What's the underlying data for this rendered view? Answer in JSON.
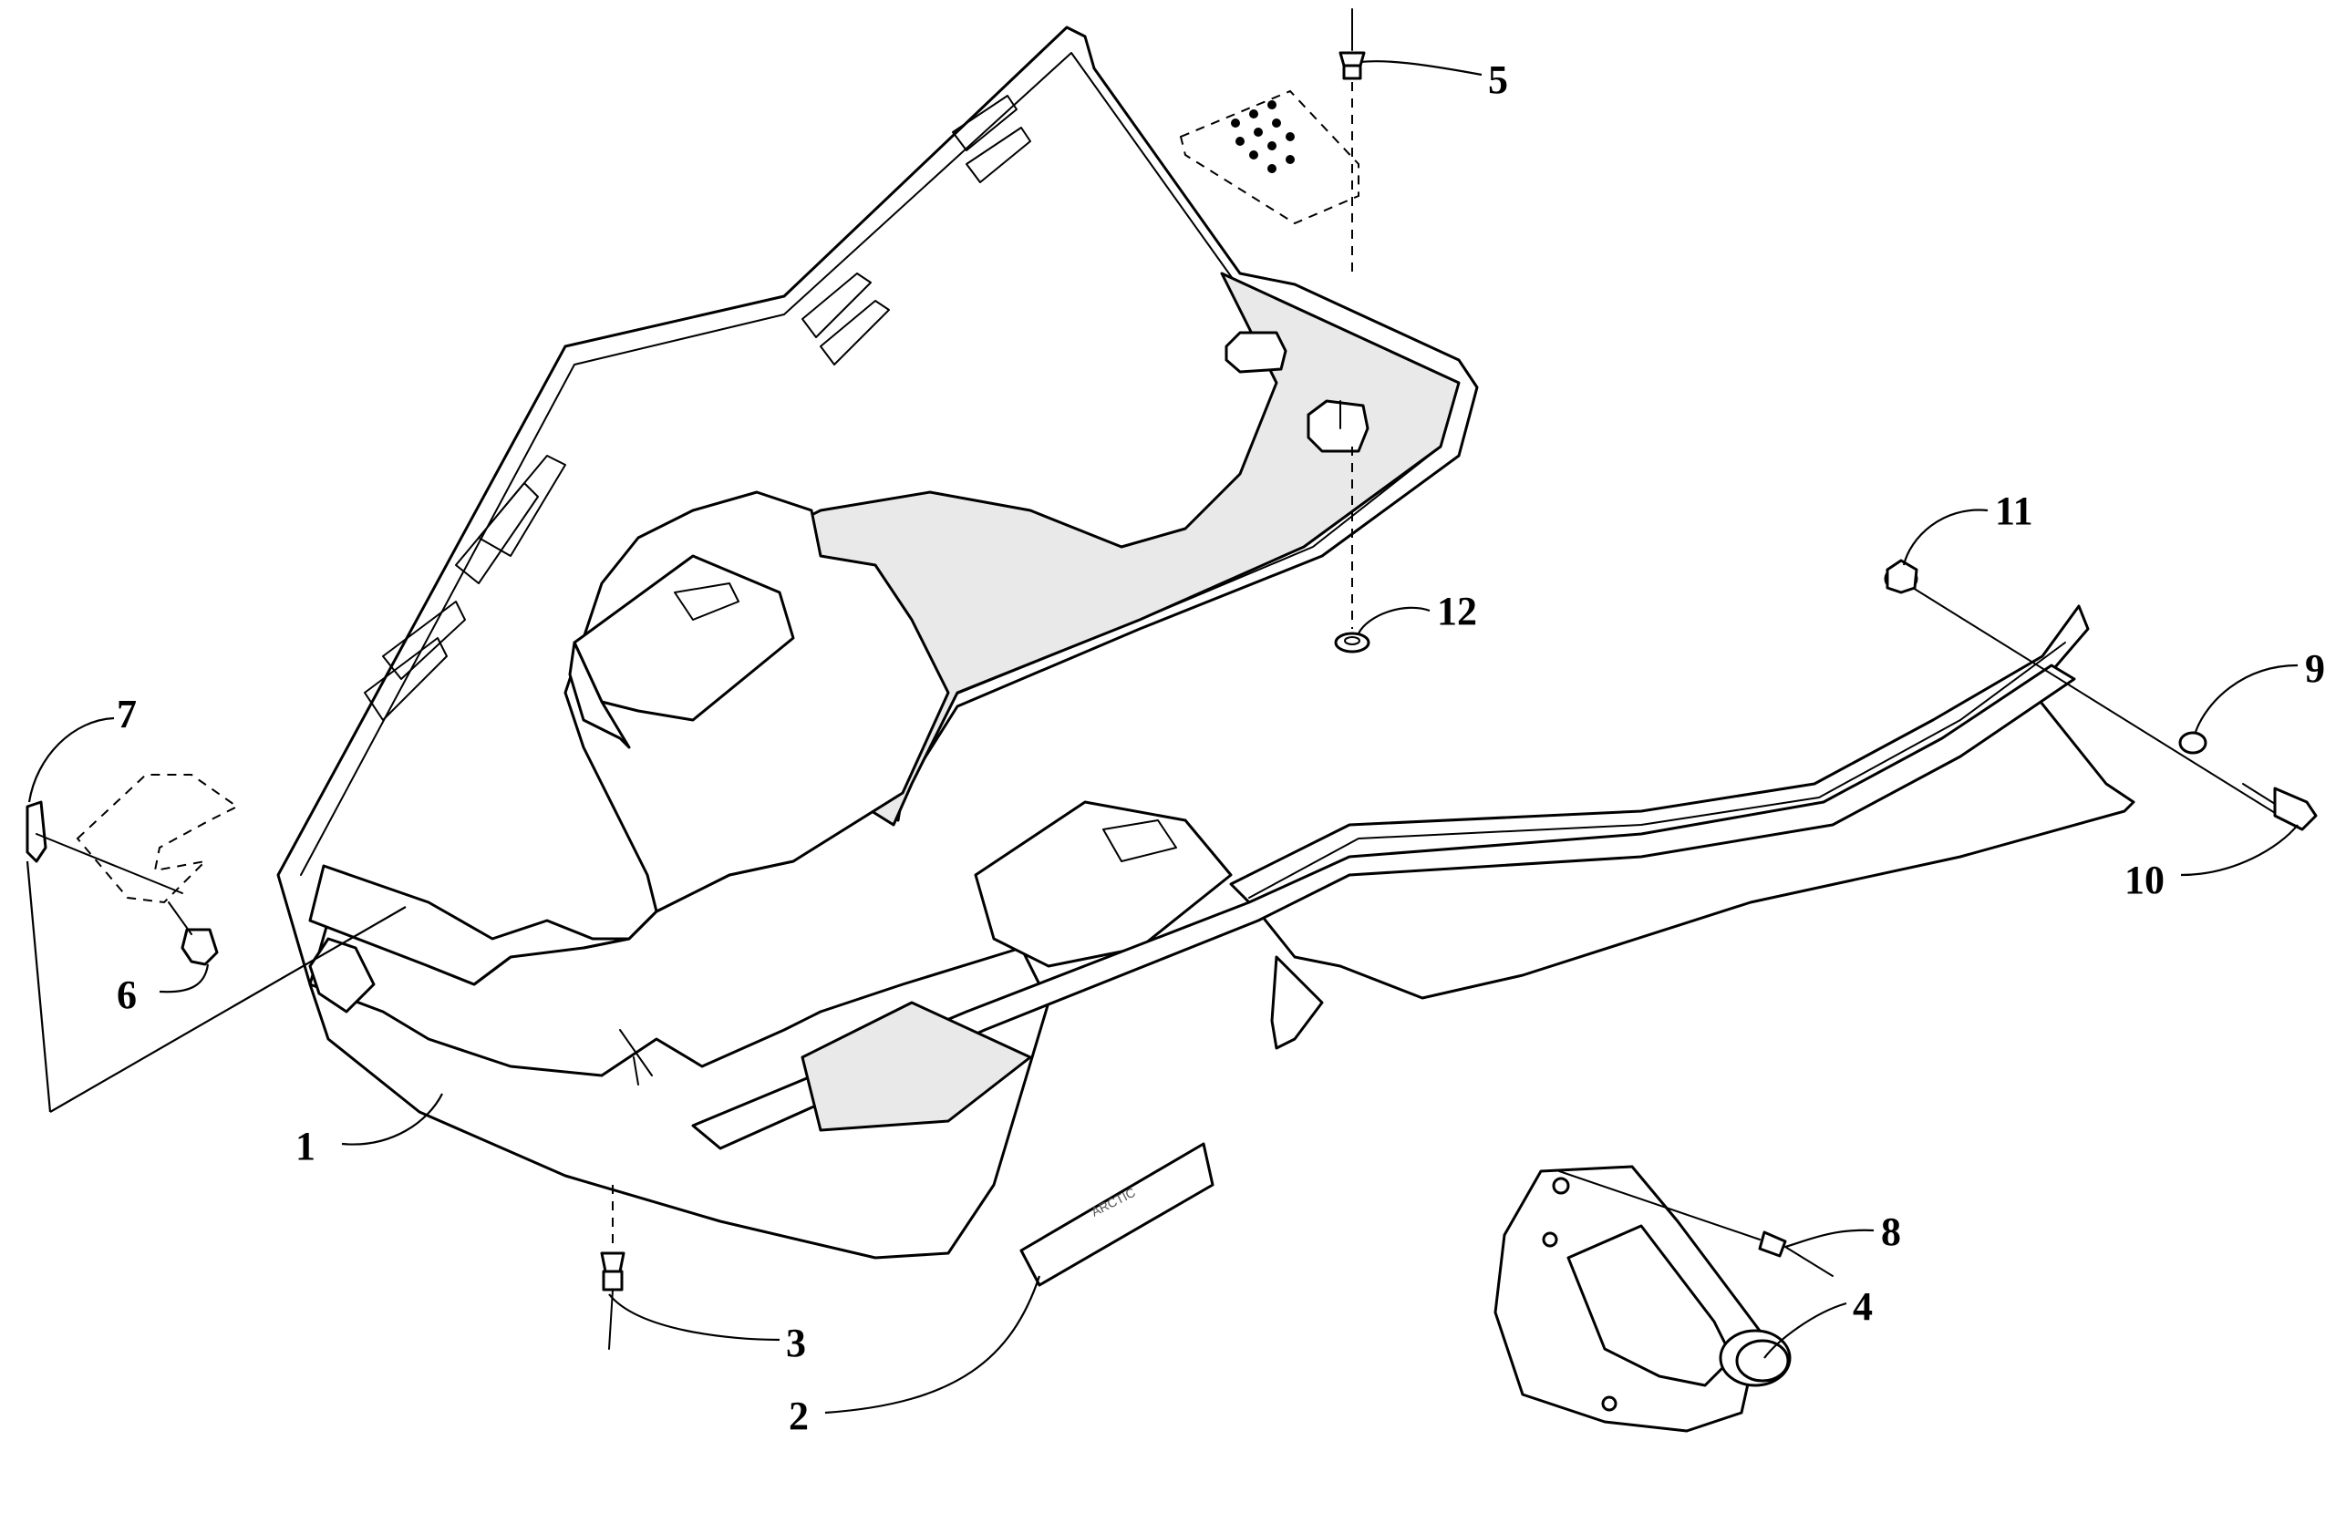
{
  "diagram": {
    "callouts": [
      {
        "id": "1",
        "label": "1"
      },
      {
        "id": "2",
        "label": "2"
      },
      {
        "id": "3",
        "label": "3"
      },
      {
        "id": "4",
        "label": "4"
      },
      {
        "id": "5",
        "label": "5"
      },
      {
        "id": "6",
        "label": "6"
      },
      {
        "id": "7",
        "label": "7"
      },
      {
        "id": "8",
        "label": "8"
      },
      {
        "id": "9",
        "label": "9"
      },
      {
        "id": "10",
        "label": "10"
      },
      {
        "id": "11",
        "label": "11"
      },
      {
        "id": "12",
        "label": "12"
      }
    ],
    "decal_text": "ARCTIC"
  }
}
